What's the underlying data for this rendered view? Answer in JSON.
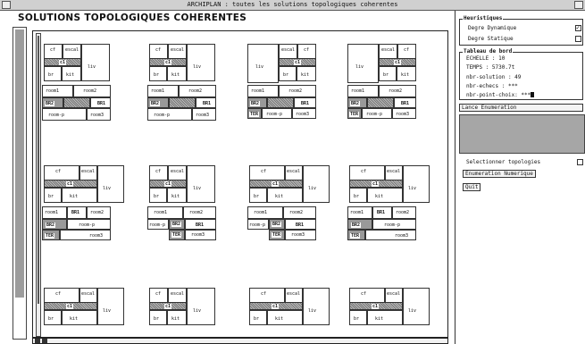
{
  "window": {
    "title": "ARCHIPLAN : toutes les solutions topologiques coherentes"
  },
  "left": {
    "heading": "SOLUTIONS TOPOLOGIQUES COHERENTES"
  },
  "rooms": {
    "escal": "escal",
    "cf": "cf",
    "c1": "c1",
    "liv": "liv",
    "kit": "kit",
    "br": "br",
    "room1": "room1",
    "room2": "room2",
    "room3": "room3",
    "roomp": "room-p",
    "br1": "BR1",
    "br2": "BR2",
    "ter": "TER"
  },
  "heuristics": {
    "legend": "Heuristiques",
    "items": [
      {
        "label": "Degre Dynamique",
        "checked": true
      },
      {
        "label": "Degre Statique",
        "checked": false
      }
    ]
  },
  "dashboard": {
    "legend": "Tableau de bord",
    "echelle": "ECHELLE : 10",
    "temps": "TEMPS : 5730.7t",
    "solutions": "nbr-solution : 49",
    "echecs": "nbr-echecs : ***",
    "points": "nbr-point-choix: ***"
  },
  "actions": {
    "lance": "Lance Enumeration",
    "select_label": "Selectionner topologies",
    "numeric": "Enumeration Numerique",
    "quit": "Quit"
  }
}
